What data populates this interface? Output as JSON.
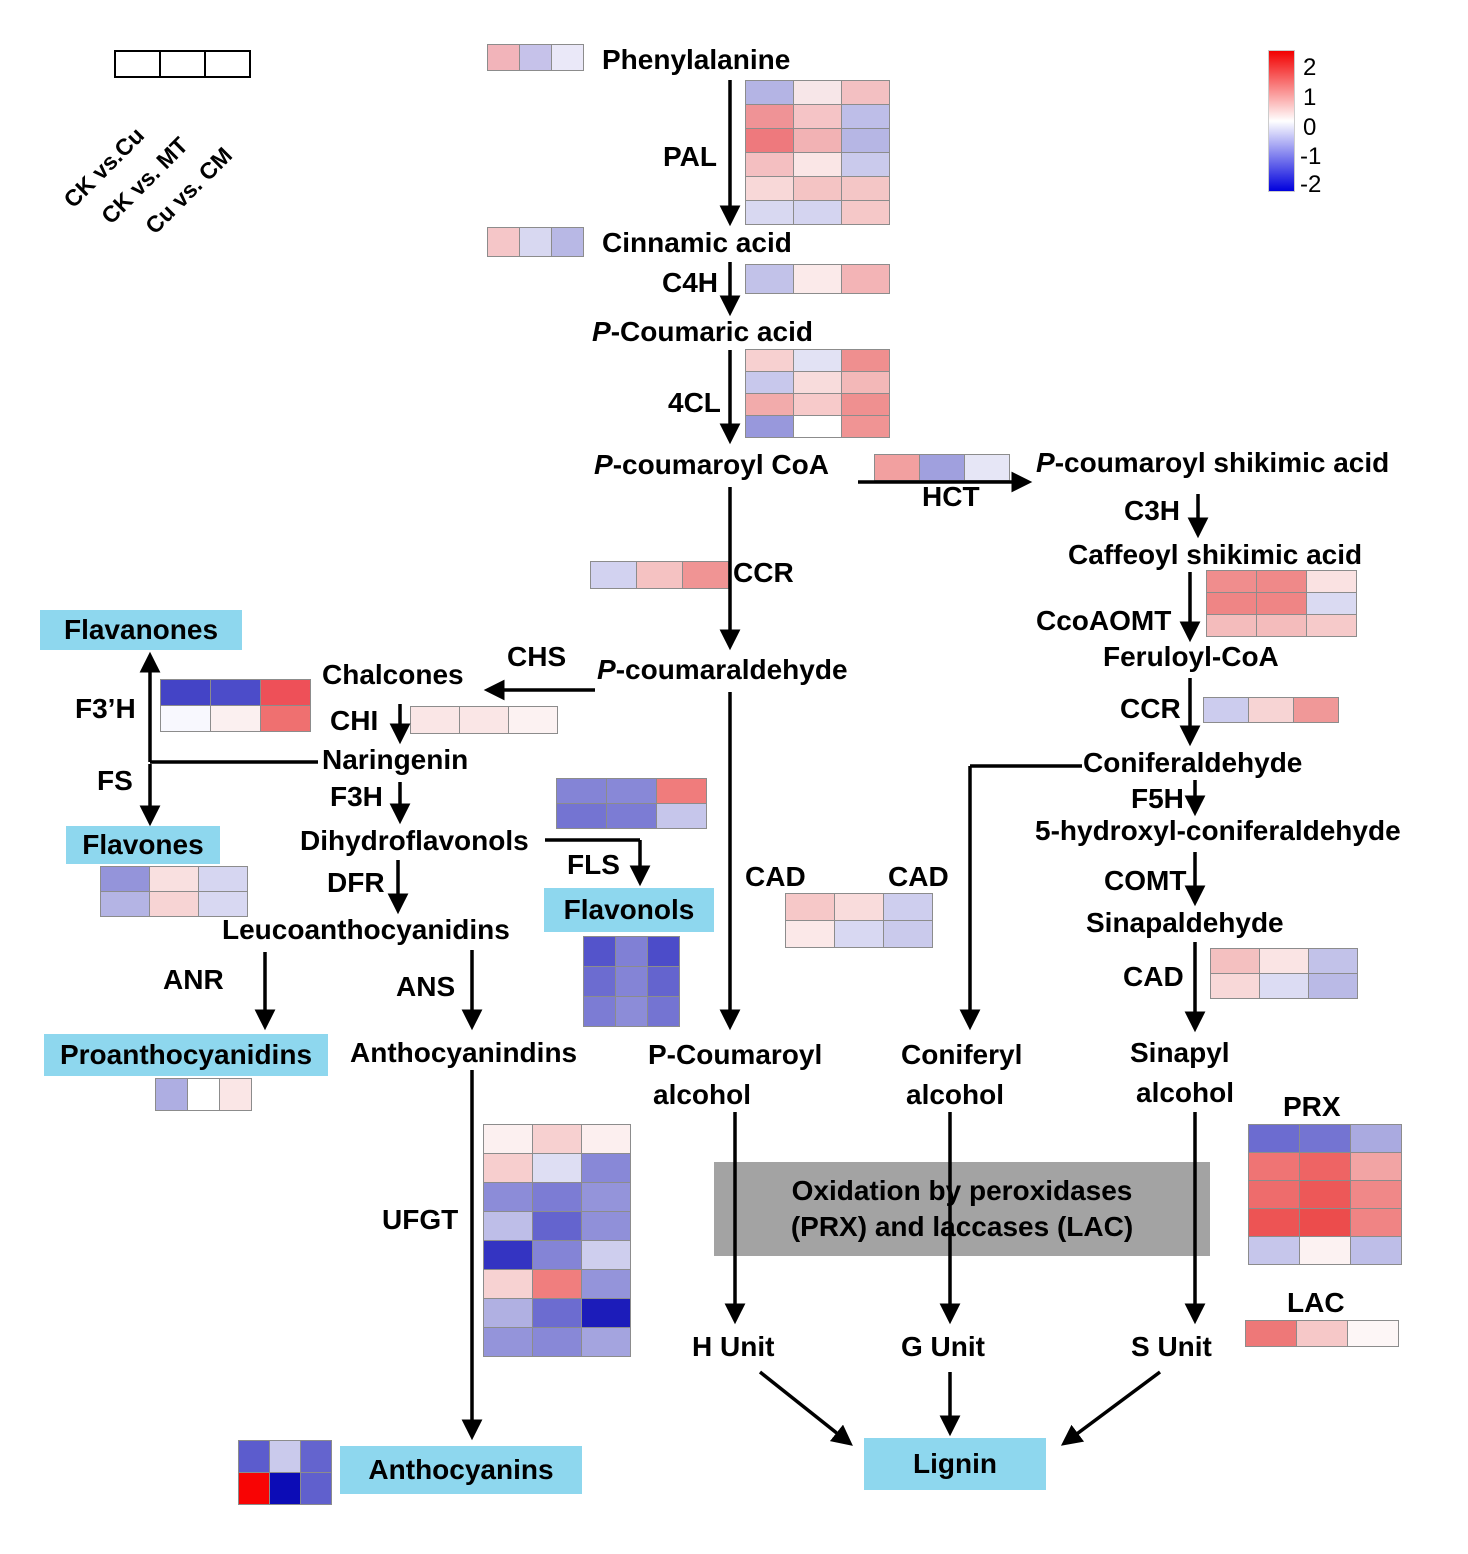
{
  "legend": {
    "comparisons": [
      "CK vs.Cu",
      "CK vs. MT",
      "Cu vs. CM"
    ]
  },
  "colorbar": {
    "ticks": [
      "2",
      "1",
      "0",
      "-1",
      "-2"
    ],
    "top": "#f20000",
    "mid": "#ffffff",
    "bottom": "#0000dd"
  },
  "colors": {
    "highlight": "#8ed7ee",
    "oxidation_bg": "#a3a3a3"
  },
  "labels": {
    "phenylalanine": "Phenylalanine",
    "cinnamic_acid": "Cinnamic acid",
    "p_coumaric_acid": "P-Coumaric acid",
    "p_coumaroyl_coa": "P-coumaroyl CoA",
    "p_coumaroyl_shikimic_acid": "P-coumaroyl  shikimic acid",
    "caffeoyl_shikimic_acid": "Caffeoyl shikimic acid",
    "feruloyl_coa": "Feruloyl-CoA",
    "coniferaldehyde": "Coniferaldehyde",
    "hydroxy_coniferaldehyde": "5-hydroxyl-coniferaldehyde",
    "sinapaldehyde": "Sinapaldehyde",
    "p_coumaraldehyde": "P-coumaraldehyde",
    "chalcones": "Chalcones",
    "naringenin": "Naringenin",
    "dihydroflavonols": "Dihydroflavonols",
    "leucoanthocyanidins": "Leucoanthocyanidins",
    "anthocyanindins": "Anthocyanindins",
    "p_coumaroyl_alcohol_1": "P-Coumaroyl",
    "p_coumaroyl_alcohol_2": "alcohol",
    "coniferyl_alcohol_1": "Coniferyl",
    "coniferyl_alcohol_2": "alcohol",
    "sinapyl_alcohol_1": "Sinapyl",
    "sinapyl_alcohol_2": "alcohol",
    "h_unit": "H Unit",
    "g_unit": "G Unit",
    "s_unit": "S Unit"
  },
  "enzymes": {
    "pal": "PAL",
    "c4h": "C4H",
    "fourcl": "4CL",
    "hct": "HCT",
    "c3h": "C3H",
    "ccoaomt": "CcoAOMT",
    "ccr_upper": "CCR",
    "ccr_left": "CCR",
    "f5h": "F5H",
    "comt": "COMT",
    "cad_right": "CAD",
    "cad_mid_1": "CAD",
    "cad_mid_2": "CAD",
    "chs": "CHS",
    "chi": "CHI",
    "f3prime_h": "F3’H",
    "fs": "FS",
    "f3h": "F3H",
    "fls": "FLS",
    "dfr": "DFR",
    "anr": "ANR",
    "ans": "ANS",
    "ufgt": "UFGT",
    "prx": "PRX",
    "lac": "LAC"
  },
  "boxes": {
    "flavanones": "Flavanones",
    "flavones": "Flavones",
    "flavonols": "Flavonols",
    "proanthocyanidins": "Proanthocyanidins",
    "anthocyanins": "Anthocyanins",
    "lignin": "Lignin"
  },
  "oxidation": {
    "line1": "Oxidation by peroxidases",
    "line2": "(PRX) and laccases (LAC)"
  },
  "heatmaps": {
    "legend_cells": {
      "rows": [
        [
          "#ffffff",
          "#ffffff",
          "#ffffff"
        ]
      ]
    },
    "phe": {
      "rows": [
        [
          "#f2b4ba",
          "#c6c2ea",
          "#eae8f8"
        ]
      ]
    },
    "pal": {
      "rows": [
        [
          "#b4b4e4",
          "#f7e6e8",
          "#f3c0c2"
        ],
        [
          "#ef9396",
          "#f5c4c6",
          "#bebee8"
        ],
        [
          "#ee797d",
          "#f2b2b4",
          "#b6b6e4"
        ],
        [
          "#f4bfc1",
          "#fae6e6",
          "#cacaec"
        ],
        [
          "#f8d8d8",
          "#f4c4c4",
          "#f4c6c6"
        ],
        [
          "#d8d8f1",
          "#d4d4f0",
          "#f5c8c8"
        ]
      ]
    },
    "cinnamic": {
      "rows": [
        [
          "#f5c6c8",
          "#d8d8f1",
          "#b8b8e5"
        ]
      ]
    },
    "c4h": {
      "rows": [
        [
          "#c2c2e9",
          "#fbeaea",
          "#f3b4b6"
        ]
      ]
    },
    "fourcl": {
      "rows": [
        [
          "#f7d0d0",
          "#e2e2f4",
          "#ef8f8f"
        ],
        [
          "#c8c8ec",
          "#f8dcdc",
          "#f3b8b8"
        ],
        [
          "#f2abab",
          "#f7caca",
          "#ef9090"
        ],
        [
          "#9898dc",
          "#ffffff",
          "#f09494"
        ]
      ]
    },
    "hct": {
      "rows": [
        [
          "#f2a0a0",
          "#a0a0de",
          "#e6e6f6"
        ]
      ]
    },
    "ccoaomt": {
      "rows": [
        [
          "#f08d8d",
          "#ef8989",
          "#fae2e2"
        ],
        [
          "#ef8585",
          "#ef8585",
          "#dadaf2"
        ],
        [
          "#f4bcbc",
          "#f4bcbc",
          "#f6caca"
        ]
      ]
    },
    "ccr_right": {
      "rows": [
        [
          "#ccccee",
          "#f7d4d4",
          "#f09898"
        ]
      ]
    },
    "ccr_left": {
      "rows": [
        [
          "#d2d2f0",
          "#f5c2c2",
          "#f09494"
        ]
      ]
    },
    "chi": {
      "rows": [
        [
          "#fae6e6",
          "#fae6e6",
          "#fcf2f2"
        ]
      ]
    },
    "f3prime_h": {
      "rows": [
        [
          "#4444c6",
          "#4c4cc9",
          "#ee5058"
        ],
        [
          "#f8f8fe",
          "#fbf0f0",
          "#ef7070"
        ]
      ]
    },
    "dihydroflavonols": {
      "rows": [
        [
          "#8484d6",
          "#8888d7",
          "#f07c7c"
        ],
        [
          "#7474d2",
          "#7c7cd4",
          "#c6c6eb"
        ]
      ]
    },
    "flavones": {
      "rows": [
        [
          "#9494da",
          "#f9e0e0",
          "#d6d6f1"
        ],
        [
          "#b4b4e4",
          "#f7d4d4",
          "#d8d8f2"
        ]
      ]
    },
    "flavonols": {
      "rows": [
        [
          "#5454cb",
          "#8080d5",
          "#4c4cc9"
        ],
        [
          "#6c6cd0",
          "#8484d6",
          "#6464ce"
        ],
        [
          "#7c7cd4",
          "#8c8cd8",
          "#7474d2"
        ]
      ]
    },
    "proanthocyanidins": {
      "rows": [
        [
          "#aeaee2",
          "#ffffff",
          "#fae6e6"
        ]
      ]
    },
    "cad_mid": {
      "rows": [
        [
          "#f6c8c8",
          "#f9dcdc",
          "#ceceee"
        ],
        [
          "#fbe8e8",
          "#d8d8f2",
          "#cacaec"
        ]
      ]
    },
    "cad_right": {
      "rows": [
        [
          "#f4c0c0",
          "#fae4e4",
          "#c2c2e9"
        ],
        [
          "#f8d8d8",
          "#dcdcf3",
          "#babae6"
        ]
      ]
    },
    "ufgt": {
      "rows": [
        [
          "#fcf0f0",
          "#f7d0d0",
          "#fcefef"
        ],
        [
          "#f7cece",
          "#dedef3",
          "#8888d7"
        ],
        [
          "#8c8cd8",
          "#7c7cd4",
          "#9494da"
        ],
        [
          "#bebee8",
          "#6464ce",
          "#9090d9"
        ],
        [
          "#3434c2",
          "#8484d6",
          "#ceceee"
        ],
        [
          "#f7d2d2",
          "#f07e7e",
          "#9494da"
        ],
        [
          "#b0b0e2",
          "#6c6cd0",
          "#1c1cba"
        ],
        [
          "#9494da",
          "#8888d7",
          "#a4a4df"
        ]
      ]
    },
    "prx": {
      "rows": [
        [
          "#6c6cd0",
          "#7474d2",
          "#aaaae0"
        ],
        [
          "#ef7474",
          "#ee6464",
          "#f2a4a4"
        ],
        [
          "#ee6c6c",
          "#ed5858",
          "#f08888"
        ],
        [
          "#ed5454",
          "#ec4c4c",
          "#f08484"
        ],
        [
          "#c6c6eb",
          "#fcf2f2",
          "#bebee8"
        ]
      ]
    },
    "lac": {
      "rows": [
        [
          "#ee7878",
          "#f6c8c8",
          "#fdf6f6"
        ]
      ]
    },
    "anthocyanins": {
      "rows": [
        [
          "#5c5ccd",
          "#cacaec",
          "#6464ce"
        ],
        [
          "#f80404",
          "#0c0cb6",
          "#6060cd"
        ]
      ]
    }
  }
}
